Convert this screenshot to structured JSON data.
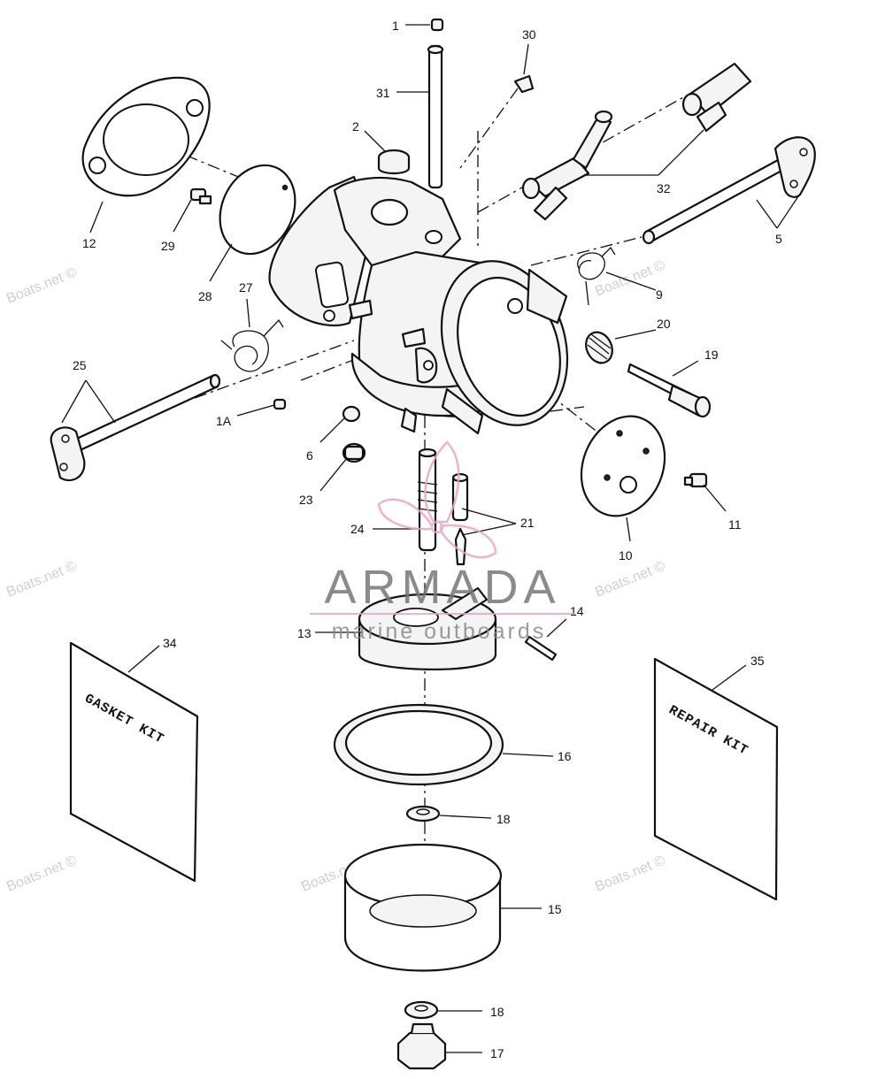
{
  "watermark": {
    "site_text": "Boats.net ©",
    "brand_name": "ARMADA",
    "brand_tagline": "marine outboards",
    "brand_color": "#e9a6c6"
  },
  "kits": {
    "gasket_kit": "GASKET KIT",
    "repair_kit": "REPAIR KIT"
  },
  "callouts": {
    "c1": "1",
    "c30": "30",
    "c31": "31",
    "c2": "2",
    "c32": "32",
    "c12": "12",
    "c29": "29",
    "c28": "28",
    "c5": "5",
    "c27": "27",
    "c9": "9",
    "c20": "20",
    "c19": "19",
    "c25": "25",
    "c1a": "1A",
    "c6": "6",
    "c23": "23",
    "c11": "11",
    "c21": "21",
    "c24": "24",
    "c10": "10",
    "c14": "14",
    "c13": "13",
    "c34": "34",
    "c35": "35",
    "c16": "16",
    "c18a": "18",
    "c15": "15",
    "c18b": "18",
    "c17": "17"
  }
}
